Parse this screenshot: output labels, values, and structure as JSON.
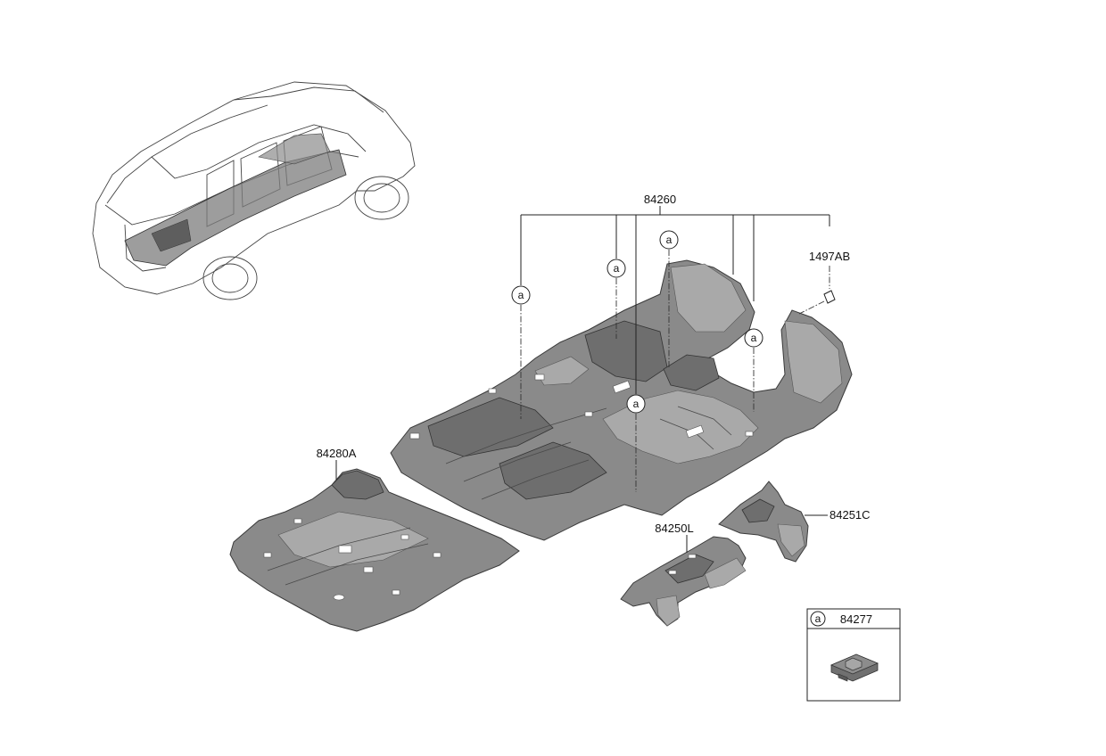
{
  "labels": {
    "assembly": "84260",
    "clip_part": "1497AB",
    "rear_mat": "84280A",
    "side_mat_right": "84251C",
    "side_mat_left": "84250L",
    "inset_part": "84277"
  },
  "callout_letter": "a",
  "icons": {
    "callout": "circle-letter-callout",
    "vehicle": "suv-outline",
    "clip": "floor-mat-clip"
  },
  "colors": {
    "mat_fill": "#8a8a8a",
    "mat_shadow": "#6e6e6e",
    "line": "#222222",
    "background": "#ffffff"
  }
}
